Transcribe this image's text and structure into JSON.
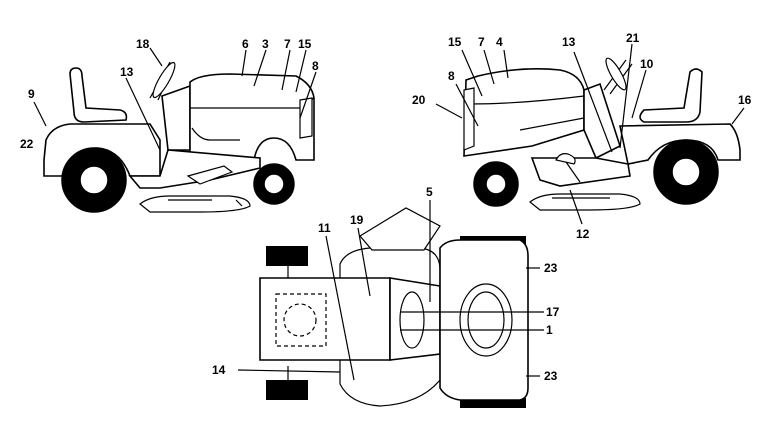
{
  "labels": {
    "l1": "1",
    "l3": "3",
    "l4": "4",
    "l5": "5",
    "l6": "6",
    "l7a": "7",
    "l7b": "7",
    "l8a": "8",
    "l8b": "8",
    "l9": "9",
    "l10": "10",
    "l11": "11",
    "l12": "12",
    "l13a": "13",
    "l13b": "13",
    "l14": "14",
    "l15a": "15",
    "l15b": "15",
    "l16": "16",
    "l17": "17",
    "l18": "18",
    "l19": "19",
    "l20": "20",
    "l21": "21",
    "l22": "22",
    "l23a": "23",
    "l23b": "23"
  }
}
